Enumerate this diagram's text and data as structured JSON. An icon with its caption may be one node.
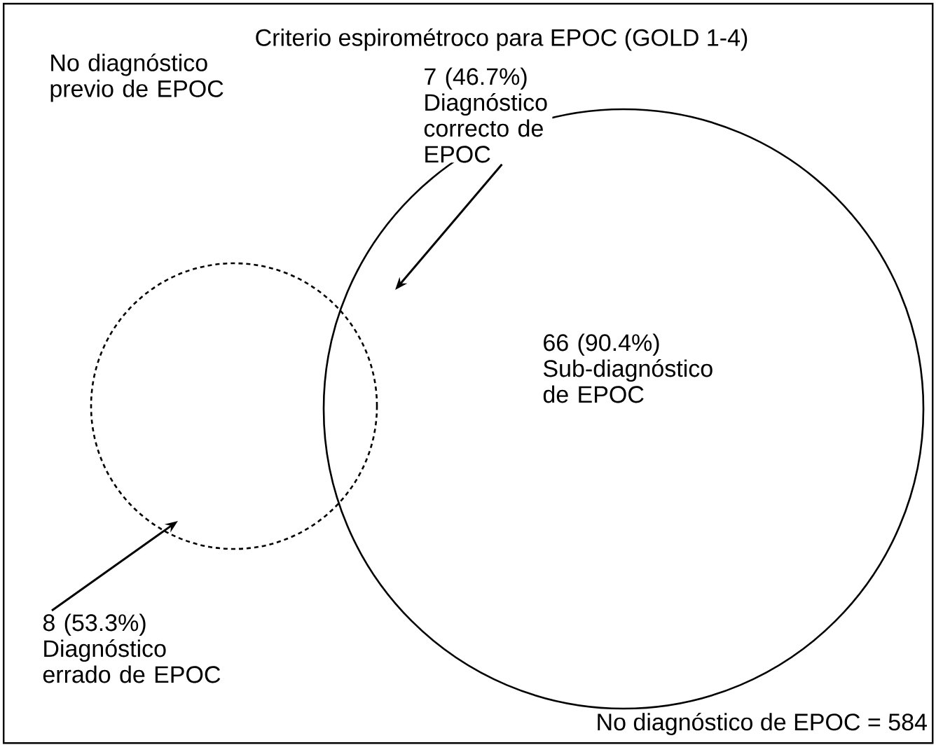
{
  "diagram": {
    "nodes": [
      {
        "text": [
          "No diagnóstico de EPOC = 584"
        ]
      },
      {
        "text": [
          "Criterio espirométroco para EPOC (GOLD 1-4)",
          "66 (90.4%) Sub-diagnóstico de EPOC"
        ],
        "in": 0
      },
      {
        "text": [],
        "shape": "circle",
        "in": 0
      },
      {
        "text": [
          "7 (46.7%) Diagnóstico correcto de EPOC"
        ],
        "in": 0
      },
      {
        "text": [
          "8 (53.3%) Diagnóstico errado de EPOC"
        ],
        "in": 0
      }
    ],
    "edges": [
      {
        "from": 3,
        "to": 1,
        "arrow": "to"
      },
      {
        "from": 4,
        "to": 2,
        "arrow": "to"
      }
    ],
    "labels": [
      "No diagnóstico previo de EPOC"
    ]
  }
}
